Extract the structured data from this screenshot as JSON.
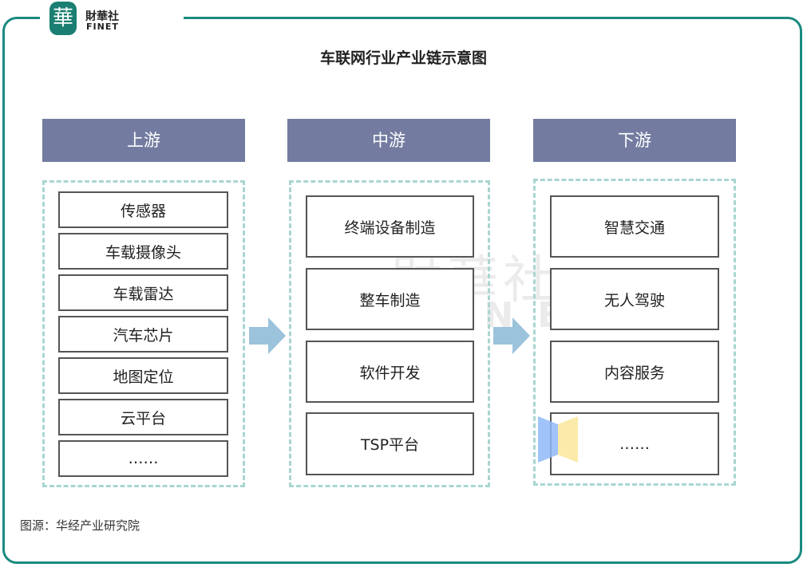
{
  "logo": {
    "cn": "財華社",
    "en": "FINET",
    "mark": "華"
  },
  "title": "车联网行业产业链示意图",
  "columns": [
    {
      "header": "上游",
      "items": [
        "传感器",
        "车载摄像头",
        "车载雷达",
        "汽车芯片",
        "地图定位",
        "云平台",
        "……"
      ]
    },
    {
      "header": "中游",
      "items": [
        "终端设备制造",
        "整车制造",
        "软件开发",
        "TSP平台"
      ]
    },
    {
      "header": "下游",
      "items": [
        "智慧交通",
        "无人驾驶",
        "内容服务",
        "……"
      ]
    }
  ],
  "source": "图源：华经产业研究院"
}
